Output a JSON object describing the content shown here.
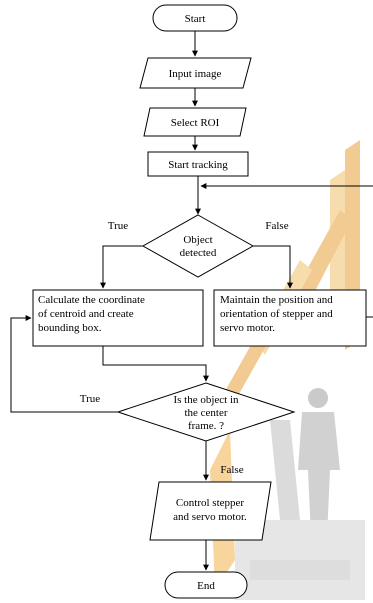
{
  "flowchart": {
    "start": "Start",
    "input_image": "Input image",
    "select_roi": "Select ROI",
    "start_tracking": "Start tracking",
    "object_detected": [
      "Object",
      "detected"
    ],
    "label_true_1": "True",
    "label_false_1": "False",
    "calculate": [
      "Calculate the coordinate",
      "of  centroid and create",
      "bounding box."
    ],
    "maintain": [
      "Maintain the position and",
      "orientation of stepper and",
      "servo motor."
    ],
    "is_center": [
      "Is the object in",
      "the center",
      "frame. ?"
    ],
    "label_true_2": "True",
    "label_false_2": "False",
    "control": [
      "Control stepper",
      "and servo motor."
    ],
    "end": "End"
  },
  "colors": {
    "line": "#000000",
    "watermark_orange": "#e8a23a",
    "watermark_grey": "#9a9a9a"
  }
}
